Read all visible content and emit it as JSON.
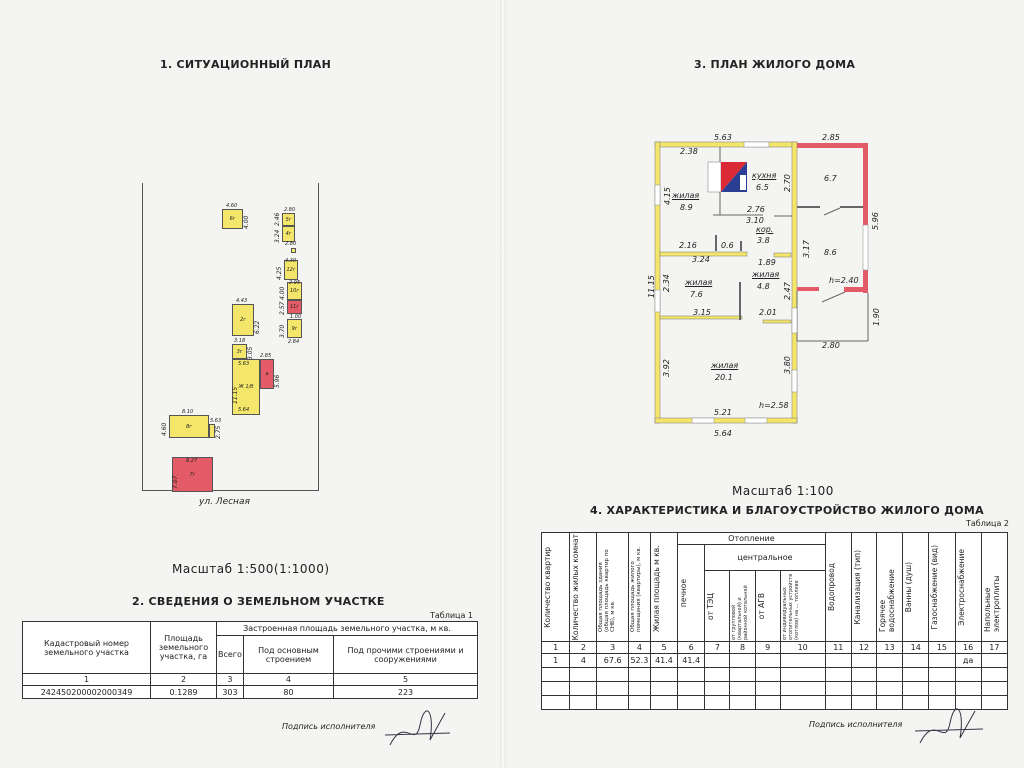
{
  "left": {
    "situation_title": "1. СИТУАЦИОННЫЙ ПЛАН",
    "street": "ул. Лесная",
    "scale": "Масштаб  1:500(1:1000)",
    "buildings": [
      {
        "label": "6г",
        "top": "4.60",
        "side": "4.00"
      },
      {
        "label": "5г",
        "top": "2.80",
        "side": "2.46"
      },
      {
        "label": "4г",
        "top": "2.80",
        "side": "3.24"
      },
      {
        "label": "12г",
        "top": "4.30",
        "side": "4.25"
      },
      {
        "label": "10г",
        "top": "2.95",
        "side": "4.00"
      },
      {
        "label": "11г",
        "side": "2.57"
      },
      {
        "label": "9г",
        "top": "1.00",
        "bottom": "2.84",
        "side": "3.70"
      },
      {
        "label": "2г",
        "top": "4.43",
        "side": "6.22"
      },
      {
        "label": "3г",
        "top": "3.18",
        "side": "3.05"
      },
      {
        "label": "Ж 1/б",
        "top": "5.63",
        "bottom": "5.64",
        "side": "11.15"
      },
      {
        "label": "а",
        "top": "2.85",
        "side": "5.96"
      },
      {
        "label": "8г",
        "top": "8.10",
        "side": "4.60"
      },
      {
        "label": "",
        "top": "5.63",
        "side": "2.75"
      },
      {
        "label": "7г",
        "top": "8.27",
        "side": "7.07"
      }
    ],
    "land_title": "2. СВЕДЕНИЯ О ЗЕМЕЛЬНОМ УЧАСТКЕ",
    "table_label": "Таблица 1",
    "table": {
      "h_cadastral": "Кадастровый номер земельного участка",
      "h_area": "Площадь земельного участка, га",
      "h_built": "Застроенная площадь земельного участка, м кв.",
      "h_total": "Всего",
      "h_main": "Под основным строением",
      "h_other": "Под прочими строениями и сооружениями",
      "nums": [
        "1",
        "2",
        "3",
        "4",
        "5"
      ],
      "row": [
        "242450200002000349",
        "0.1289",
        "303",
        "80",
        "223"
      ]
    },
    "signature": "Подпись исполнителя"
  },
  "right": {
    "plan_title": "3. ПЛАН ЖИЛОГО ДОМА",
    "rooms": [
      {
        "name": "жилая",
        "area": "8.9"
      },
      {
        "name": "кухня",
        "area": "6.5"
      },
      {
        "name": "кор.",
        "area": "3.8"
      },
      {
        "name": "жилая",
        "area": "7.6"
      },
      {
        "name": "жилая",
        "area": "4.8"
      },
      {
        "name": "жилая",
        "area": "20.1"
      },
      {
        "name": "",
        "area": "6.7"
      },
      {
        "name": "",
        "area": "8.6"
      }
    ],
    "dims": {
      "top": "5.63",
      "top_ext": "2.85",
      "d238": "2.38",
      "d415": "4.15",
      "d270": "2.70",
      "d276": "2.76",
      "d310": "3.10",
      "d596": "5.96",
      "d216": "2.16",
      "d06": "0.6",
      "d317": "3.17",
      "d1115": "11.15",
      "d324": "3.24",
      "d189": "1.89",
      "d234": "2.34",
      "d247": "2.47",
      "h_ext": "h=2.40",
      "d315": "3.15",
      "d201": "2.01",
      "d190": "1.90",
      "d280": "2.80",
      "d392": "3.92",
      "d380": "3.80",
      "h_main": "h=2.58",
      "d521": "5.21",
      "bottom": "5.64"
    },
    "scale": "Масштаб  1:100",
    "char_title": "4. ХАРАКТЕРИСТИКА И БЛАГОУСТРОЙСТВО ЖИЛОГО ДОМА",
    "table_label": "Таблица 2",
    "table": {
      "heads": [
        "Количество квартир",
        "Количество жилых комнат",
        "Общая площадь здания (общая площадь квартир по СНБ), м кв.",
        "Общая площадь жилого помещения (квартиры), м кв.",
        "Жилая площадь м кв.",
        "печное",
        "от ТЭЦ",
        "от групповой (квартальной) и районной котельной",
        "от АГВ",
        "от индивидуальных отопительных устройств (котлов) на ... топливе",
        "Водопровод",
        "Канализация (тип)",
        "Горячее водоснабжение",
        "Ванны (душ)",
        "Газоснабжение (вид)",
        "Электроснабжение",
        "Напольные электроплиты"
      ],
      "heating": "Отопление",
      "central": "центральное",
      "nums": [
        "1",
        "2",
        "3",
        "4",
        "5",
        "6",
        "7",
        "8",
        "9",
        "10",
        "11",
        "12",
        "13",
        "14",
        "15",
        "16",
        "17"
      ],
      "row": [
        "1",
        "4",
        "67.6",
        "52.3",
        "41.4",
        "41.4",
        "",
        "",
        "",
        "",
        "",
        "",
        "",
        "",
        "",
        "да",
        ""
      ]
    },
    "signature": "Подпись исполнителя"
  },
  "colors": {
    "yellow": "#f3e66a",
    "red": "#e45a66",
    "blue": "#2a3f94"
  }
}
